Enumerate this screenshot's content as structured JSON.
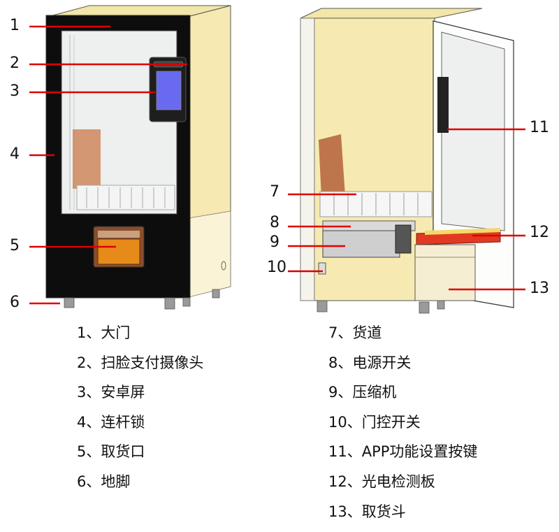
{
  "callouts": {
    "c1": "1",
    "c2": "2",
    "c3": "3",
    "c4": "4",
    "c5": "5",
    "c6": "6",
    "c7": "7",
    "c8": "8",
    "c9": "9",
    "c10": "10",
    "c11": "11",
    "c12": "12",
    "c13": "13"
  },
  "legend_left": [
    "1、大门",
    "2、扫脸支付摄像头",
    "3、安卓屏",
    "4、连杆锁",
    "5、取货口",
    "6、地脚"
  ],
  "legend_right": [
    "7、货道",
    "8、电源开关",
    "9、压缩机",
    "10、门控开关",
    "11、APP功能设置按键",
    "12、光电检测板",
    "13、取货斗"
  ],
  "colors": {
    "leader_line": "#e00000",
    "cabinet_wood": "#f6eab2",
    "door_frame": "#0d0d0d",
    "screen": "#6a6af0",
    "pickup_port": "#e68a1a",
    "glass": "#eef0f0"
  }
}
